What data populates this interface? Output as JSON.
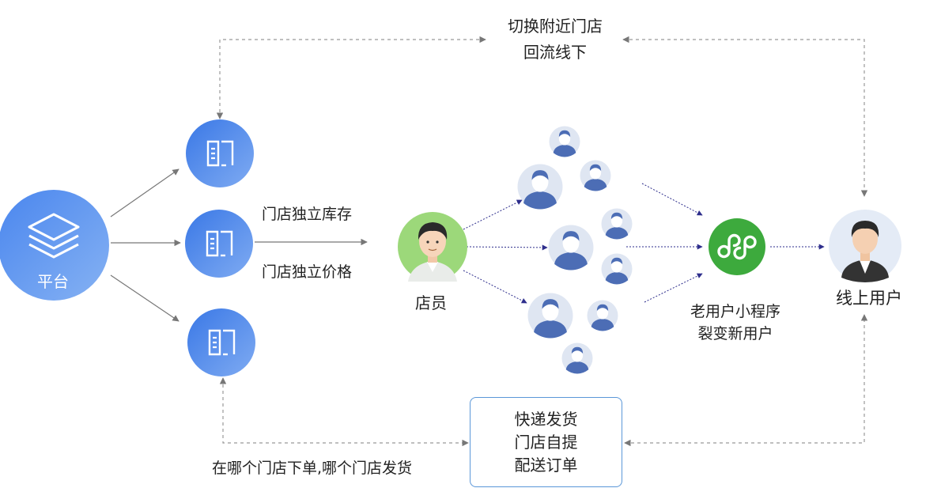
{
  "platform": {
    "label": "平台"
  },
  "top": {
    "line1": "切换附近门店",
    "line2": "回流线下"
  },
  "middle": {
    "inventory": "门店独立库存",
    "price": "门店独立价格"
  },
  "clerk": {
    "label": "店员"
  },
  "miniprogram": {
    "line1": "老用户小程序",
    "line2": "裂变新用户"
  },
  "online_user": {
    "label": "线上用户"
  },
  "bottom_box": {
    "line1": "快递发货",
    "line2": "门店自提",
    "line3": "配送订单"
  },
  "bottom_note": "在哪个门店下单,哪个门店发货",
  "colors": {
    "blue": "#3d7ce8",
    "blue_light": "#78a8f0",
    "green": "#3daa3d",
    "clerk_bg": "#9cd87a",
    "avatar_bg": "#dfe6f2",
    "avatar_body": "#4c6db5",
    "arrow_dark": "#2e2e8c",
    "gray_line": "#8a8a8a"
  }
}
